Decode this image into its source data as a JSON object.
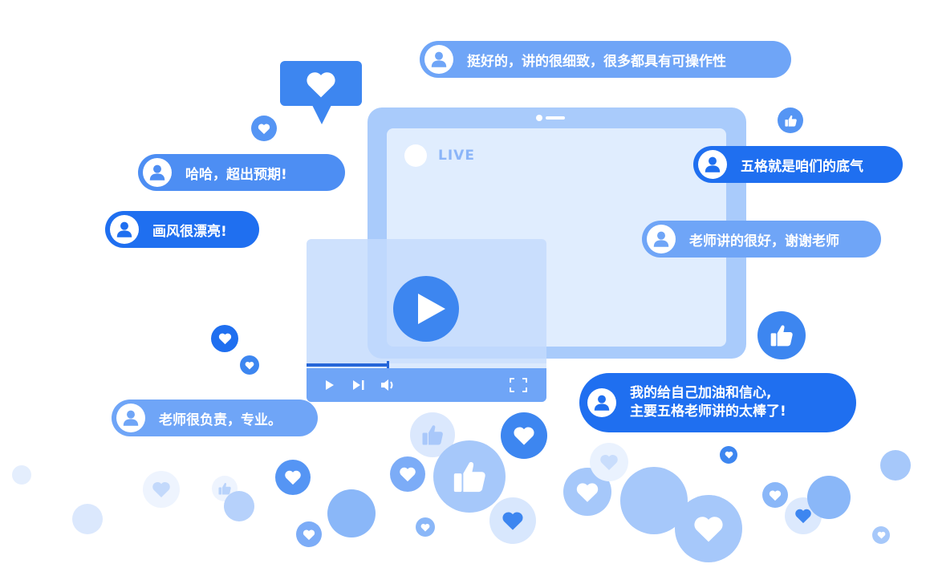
{
  "live_label": "LIVE",
  "comments": [
    {
      "text": "挺好的，讲的很细致，很多都具有可操作性"
    },
    {
      "text": "哈哈，超出预期!"
    },
    {
      "text": "画风很漂亮!"
    },
    {
      "text": "五格就是咱们的底气"
    },
    {
      "text": "老师讲的很好，谢谢老师"
    },
    {
      "text": "老师很负责，专业。"
    },
    {
      "line1": "我的给自己加油和信心,",
      "line2": "主要五格老师讲的太棒了!"
    }
  ],
  "player": {
    "progress": 0.34
  },
  "colors": {
    "accent": "#3d86f0",
    "light": "#a9cbfb",
    "dark": "#1f6ff0"
  },
  "icons": [
    "heart-icon",
    "thumbs-up-icon",
    "user-icon",
    "play-icon",
    "next-icon",
    "volume-icon",
    "fullscreen-icon"
  ]
}
